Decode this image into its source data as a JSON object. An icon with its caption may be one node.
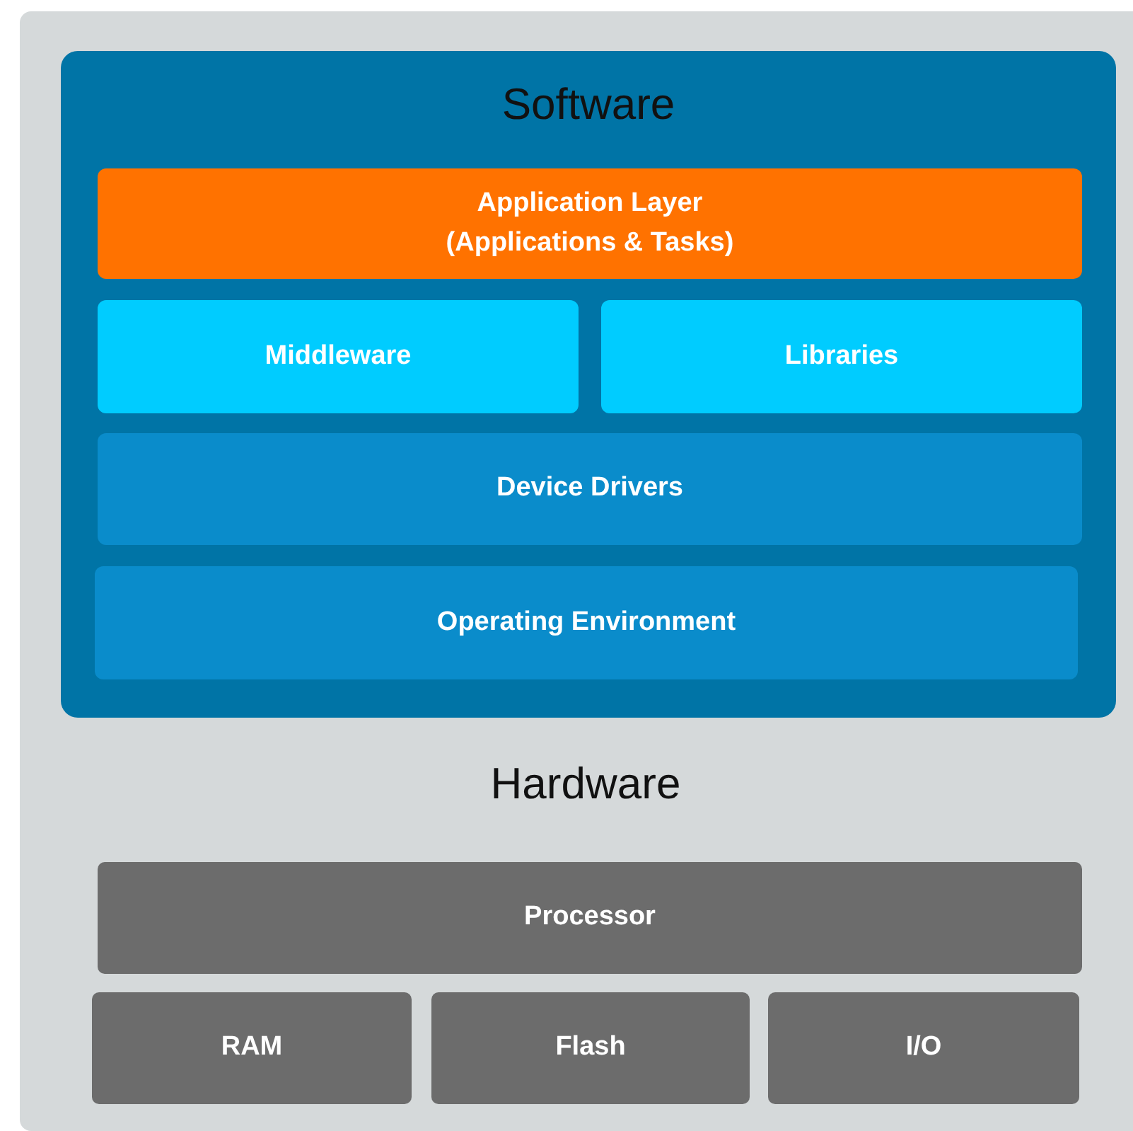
{
  "diagram": {
    "nodes": [
      {
        "text": [
          "Hardware"
        ]
      },
      {
        "text": [
          "Software"
        ],
        "in": 0
      },
      {
        "text": [
          "Application Layer (Applications & Tasks)"
        ],
        "in": 1
      },
      {
        "text": [
          "Middleware"
        ],
        "in": 1
      },
      {
        "text": [
          "Libraries"
        ],
        "in": 1
      },
      {
        "text": [
          "Device Drivers"
        ],
        "in": 1
      },
      {
        "text": [
          "Operating Environment"
        ],
        "in": 1
      },
      {
        "text": [
          "Processor"
        ],
        "in": 0
      },
      {
        "text": [
          "RAM"
        ],
        "in": 0
      },
      {
        "text": [
          "Flash"
        ],
        "in": 0
      },
      {
        "text": [
          "I/O"
        ],
        "in": 0
      }
    ]
  }
}
